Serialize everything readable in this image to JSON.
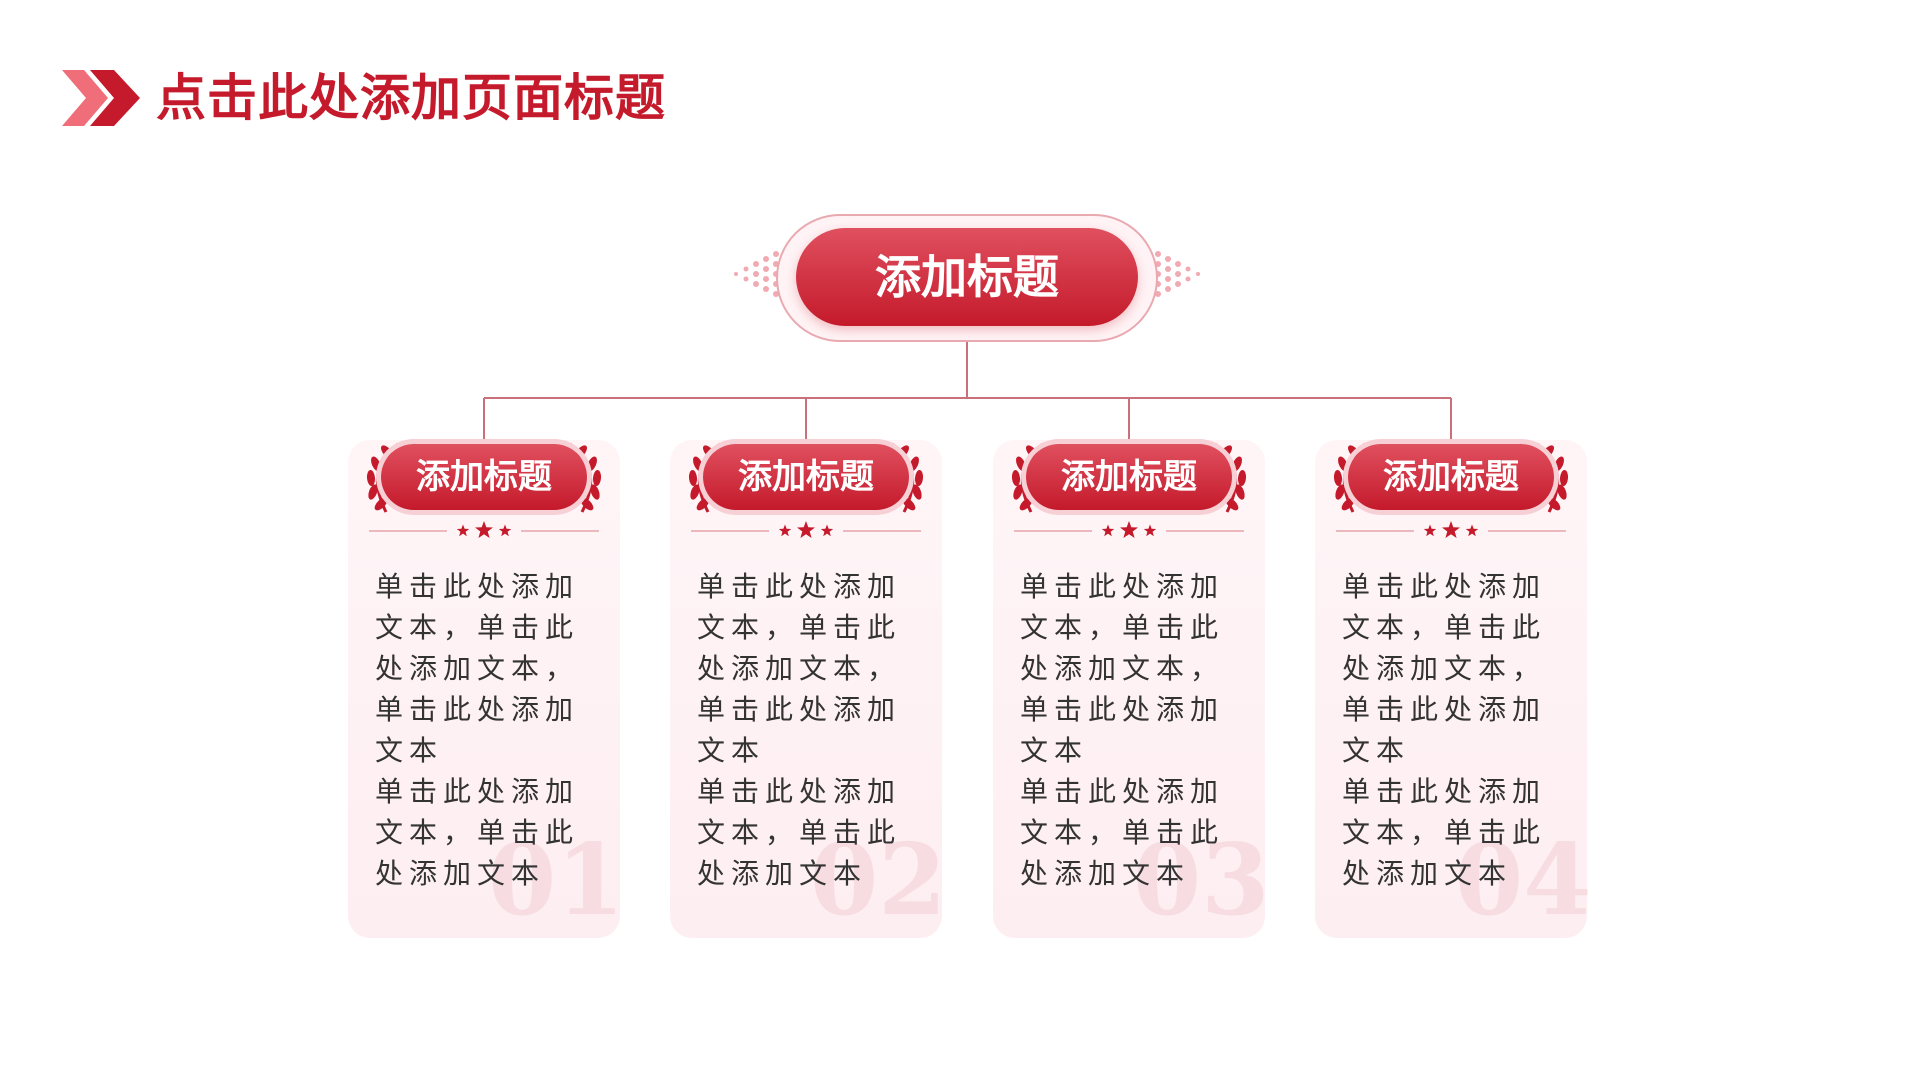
{
  "header": {
    "title": "点击此处添加页面标题"
  },
  "main": {
    "title": "添加标题"
  },
  "colors": {
    "accent": "#c41a2b",
    "card_bg": "#fdeef1",
    "text": "#333333"
  },
  "cards": [
    {
      "title": "添加标题",
      "text": "单击此处添加文本，单击此处添加文本，单击此处添加文本\n单击此处添加文本，单击此处添加文本",
      "number": "01"
    },
    {
      "title": "添加标题",
      "text": "单击此处添加文本，单击此处添加文本，单击此处添加文本\n单击此处添加文本，单击此处添加文本",
      "number": "02"
    },
    {
      "title": "添加标题",
      "text": "单击此处添加文本，单击此处添加文本，单击此处添加文本\n单击此处添加文本，单击此处添加文本",
      "number": "03"
    },
    {
      "title": "添加标题",
      "text": "单击此处添加文本，单击此处添加文本，单击此处添加文本\n单击此处添加文本，单击此处添加文本",
      "number": "04"
    }
  ]
}
